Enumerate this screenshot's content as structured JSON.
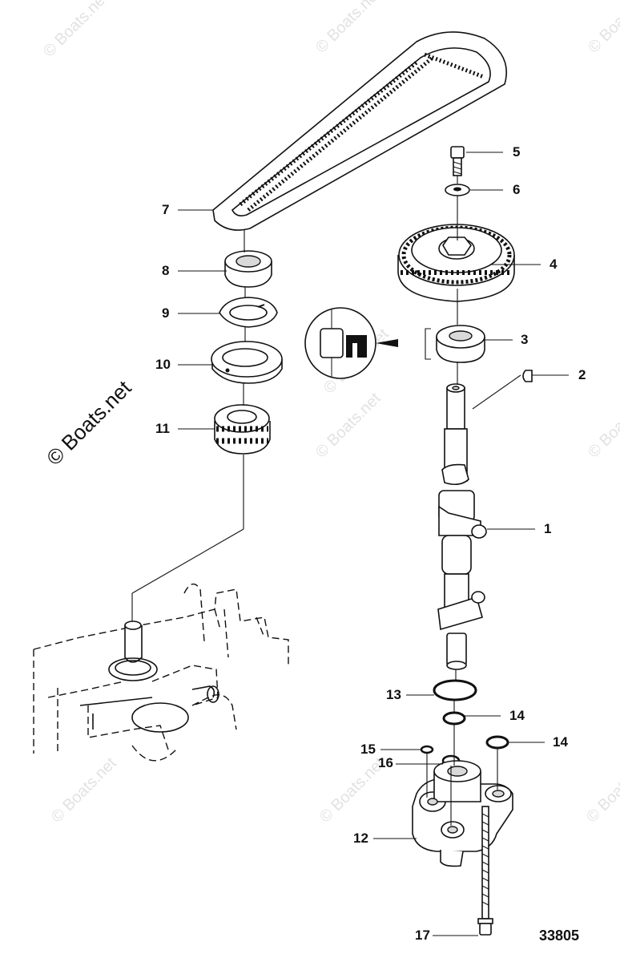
{
  "copyright": "© Boats.net",
  "watermark": "© Boats.net",
  "figure_number": "33805",
  "callouts": {
    "c1": "1",
    "c2": "2",
    "c3": "3",
    "c4": "4",
    "c5": "5",
    "c6": "6",
    "c7": "7",
    "c8": "8",
    "c9": "9",
    "c10": "10",
    "c11": "11",
    "c12": "12",
    "c13": "13",
    "c14a": "14",
    "c14b": "14",
    "c15": "15",
    "c16": "16",
    "c17": "17"
  }
}
